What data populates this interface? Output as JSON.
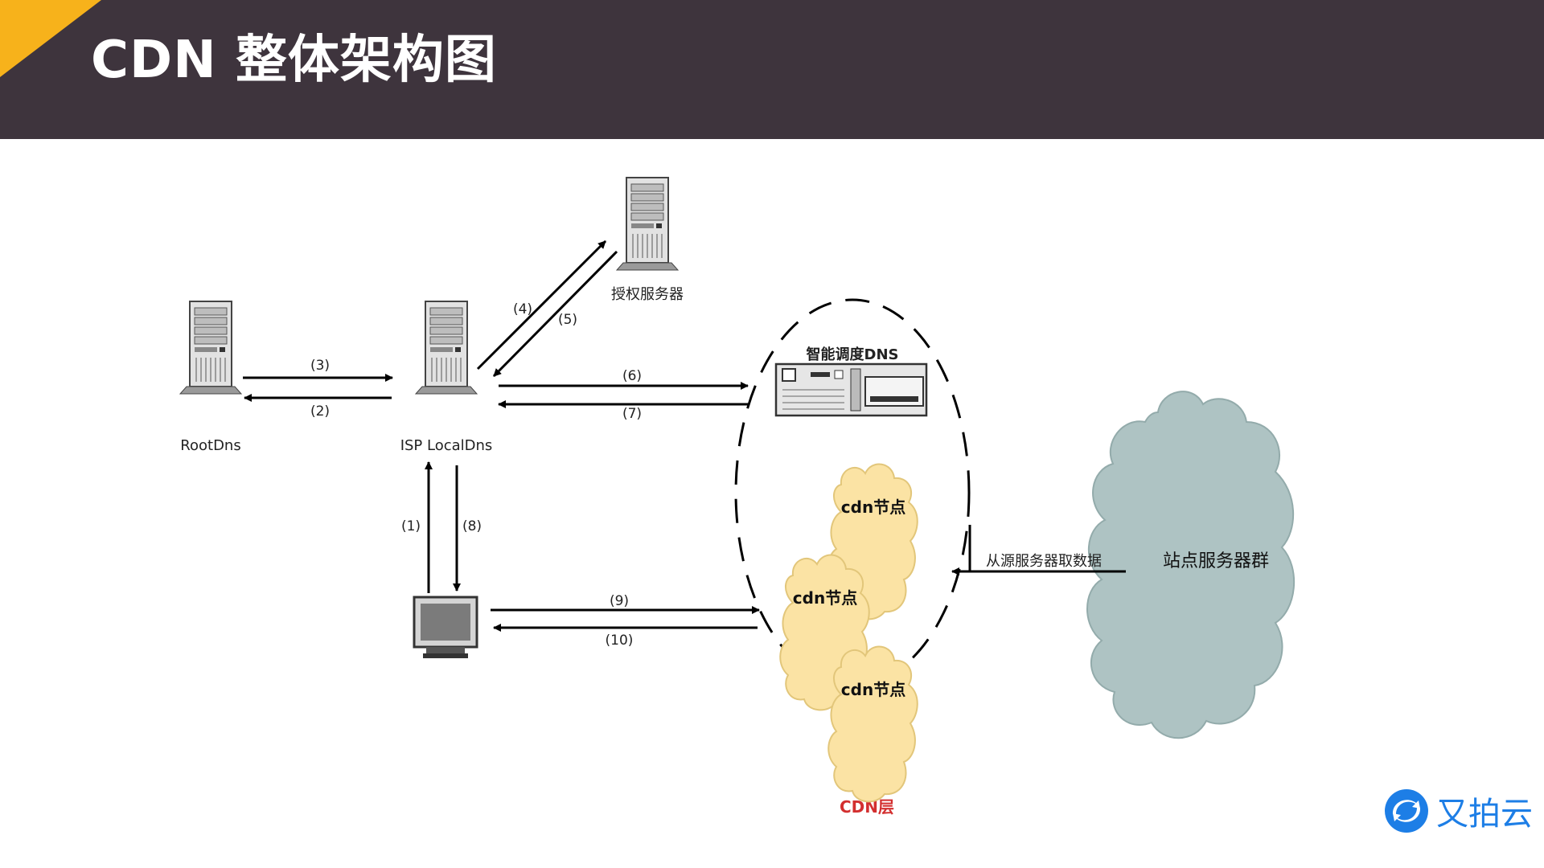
{
  "slide": {
    "title": "CDN 整体架构图"
  },
  "nodes": {
    "root_dns": "RootDns",
    "isp_local_dns": "ISP LocalDns",
    "auth_server": "授权服务器",
    "smart_dns": "智能调度DNS",
    "cdn_node_1": "cdn节点",
    "cdn_node_2": "cdn节点",
    "cdn_node_3": "cdn节点",
    "origin_cluster": "站点服务器群",
    "cdn_layer": "CDN层"
  },
  "edges": {
    "e1": "(1)",
    "e2": "(2)",
    "e3": "(3)",
    "e4": "(4)",
    "e5": "(5)",
    "e6": "(6)",
    "e7": "(7)",
    "e8": "(8)",
    "e9": "(9)",
    "e10": "(10)",
    "origin_fetch": "从源服务器取数据"
  },
  "brand": {
    "name": "又拍云"
  },
  "colors": {
    "header_bg": "#3e343d",
    "accent": "#f7b21b",
    "cloud_cdn": "#fbe3a4",
    "cloud_origin": "#aec3c3",
    "cdn_layer_label": "#d32f2f",
    "brand": "#1d7ee6"
  },
  "icons": [
    "server-icon",
    "monitor-icon",
    "cloud-icon",
    "upyun-logo-icon"
  ]
}
